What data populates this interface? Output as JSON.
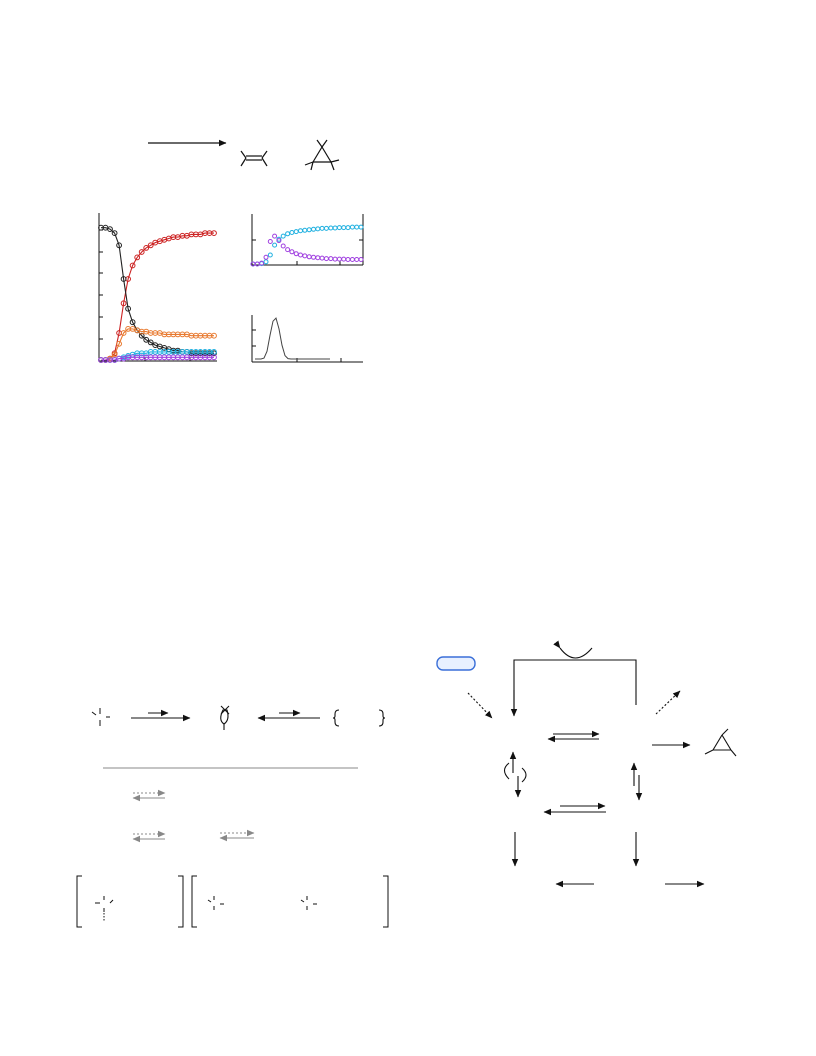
{
  "colors": {
    "ink": "#111111",
    "grey": "#888888",
    "red": "#cc2222",
    "black_series": "#222222",
    "orange": "#e87a30",
    "cyan": "#1fb0e0",
    "purple": "#a040e0",
    "blue_box": "#3a6fd8",
    "blue_box_fill": "#e8f0ff"
  },
  "chart_data": [
    {
      "type": "scatter",
      "series": [
        {
          "color": "#cc2222",
          "shape": "sigmoid-rise",
          "x": [
            0,
            1,
            2,
            3,
            4,
            5,
            6,
            7,
            8,
            9,
            10,
            11,
            12,
            13,
            14,
            15,
            16,
            17,
            18,
            19,
            20,
            21,
            22,
            23,
            24,
            25
          ],
          "values": [
            0.0,
            0.0,
            0.01,
            0.05,
            0.2,
            0.42,
            0.6,
            0.7,
            0.76,
            0.8,
            0.83,
            0.85,
            0.87,
            0.88,
            0.89,
            0.9,
            0.91,
            0.91,
            0.92,
            0.92,
            0.93,
            0.93,
            0.93,
            0.94,
            0.94,
            0.94
          ]
        },
        {
          "color": "#222222",
          "shape": "sigmoid-decay",
          "x": [
            0,
            1,
            2,
            3,
            4,
            5,
            6,
            7,
            8,
            9,
            10,
            11,
            12,
            13,
            14,
            15,
            16,
            17,
            18,
            19,
            20,
            21,
            22,
            23,
            24,
            25
          ],
          "values": [
            0.98,
            0.98,
            0.97,
            0.94,
            0.85,
            0.6,
            0.38,
            0.28,
            0.22,
            0.18,
            0.15,
            0.13,
            0.11,
            0.1,
            0.09,
            0.08,
            0.07,
            0.07,
            0.06,
            0.06,
            0.05,
            0.05,
            0.05,
            0.05,
            0.05,
            0.05
          ]
        },
        {
          "color": "#e87a30",
          "shape": "rise-plateau",
          "x": [
            0,
            1,
            2,
            3,
            4,
            5,
            6,
            7,
            8,
            9,
            10,
            11,
            12,
            13,
            14,
            15,
            16,
            17,
            18,
            19,
            20,
            21,
            22,
            23,
            24,
            25
          ],
          "values": [
            0.0,
            0.0,
            0.01,
            0.04,
            0.12,
            0.2,
            0.23,
            0.23,
            0.22,
            0.21,
            0.21,
            0.2,
            0.2,
            0.2,
            0.19,
            0.19,
            0.19,
            0.19,
            0.19,
            0.19,
            0.18,
            0.18,
            0.18,
            0.18,
            0.18,
            0.18
          ]
        },
        {
          "color": "#1fb0e0",
          "shape": "slow-rise",
          "x": [
            0,
            1,
            2,
            3,
            4,
            5,
            6,
            7,
            8,
            9,
            10,
            11,
            12,
            13,
            14,
            15,
            16,
            17,
            18,
            19,
            20,
            21,
            22,
            23,
            24,
            25
          ],
          "values": [
            0.0,
            0.0,
            0.0,
            0.0,
            0.01,
            0.02,
            0.03,
            0.04,
            0.05,
            0.05,
            0.05,
            0.06,
            0.06,
            0.06,
            0.06,
            0.06,
            0.06,
            0.06,
            0.06,
            0.06,
            0.06,
            0.06,
            0.06,
            0.06,
            0.06,
            0.06
          ]
        },
        {
          "color": "#a040e0",
          "shape": "low-flat",
          "x": [
            0,
            1,
            2,
            3,
            4,
            5,
            6,
            7,
            8,
            9,
            10,
            11,
            12,
            13,
            14,
            15,
            16,
            17,
            18,
            19,
            20,
            21,
            22,
            23,
            24,
            25
          ],
          "values": [
            0.0,
            0.0,
            0.0,
            0.0,
            0.01,
            0.01,
            0.02,
            0.02,
            0.02,
            0.02,
            0.02,
            0.02,
            0.02,
            0.02,
            0.02,
            0.02,
            0.02,
            0.02,
            0.02,
            0.02,
            0.02,
            0.02,
            0.02,
            0.02,
            0.02,
            0.02
          ]
        }
      ],
      "xlim": [
        0,
        25
      ],
      "ylim": [
        0,
        1
      ]
    },
    {
      "type": "scatter",
      "series": [
        {
          "color": "#1fb0e0",
          "shape": "sigmoid-rise",
          "x": [
            0,
            1,
            2,
            3,
            4,
            5,
            6,
            7,
            8,
            9,
            10,
            11,
            12,
            13,
            14,
            15,
            16,
            17,
            18,
            19,
            20,
            21,
            22,
            23,
            24,
            25
          ],
          "values": [
            0.0,
            0.0,
            0.01,
            0.05,
            0.2,
            0.42,
            0.55,
            0.62,
            0.67,
            0.7,
            0.72,
            0.74,
            0.75,
            0.76,
            0.77,
            0.78,
            0.79,
            0.79,
            0.8,
            0.8,
            0.81,
            0.81,
            0.81,
            0.82,
            0.82,
            0.82
          ]
        },
        {
          "color": "#a040e0",
          "shape": "spike-decay",
          "x": [
            0,
            1,
            2,
            3,
            4,
            5,
            6,
            7,
            8,
            9,
            10,
            11,
            12,
            13,
            14,
            15,
            16,
            17,
            18,
            19,
            20,
            21,
            22,
            23,
            24,
            25
          ],
          "values": [
            0.0,
            0.0,
            0.02,
            0.15,
            0.5,
            0.62,
            0.52,
            0.4,
            0.32,
            0.27,
            0.23,
            0.2,
            0.18,
            0.16,
            0.15,
            0.14,
            0.13,
            0.12,
            0.12,
            0.11,
            0.11,
            0.11,
            0.1,
            0.1,
            0.1,
            0.1
          ]
        }
      ],
      "xlim": [
        0,
        25
      ],
      "ylim": [
        0,
        1
      ]
    },
    {
      "type": "line",
      "series": [
        {
          "color": "#444444",
          "x": [
            0,
            1,
            2,
            3,
            4,
            5,
            6,
            7,
            8,
            9,
            10,
            11,
            12,
            13,
            14,
            15,
            16,
            17,
            18,
            19,
            20,
            21,
            22,
            23,
            24,
            25
          ],
          "values": [
            0.0,
            0.0,
            0.0,
            0.02,
            0.18,
            0.55,
            0.88,
            0.95,
            0.7,
            0.32,
            0.08,
            0.01,
            0.0,
            0.0,
            0.0,
            0.0,
            0.0,
            0.0,
            0.0,
            0.0,
            0.0,
            0.0,
            0.0,
            0.0,
            0.0,
            0.0
          ]
        }
      ],
      "xlim": [
        0,
        25
      ],
      "ylim": [
        0,
        1
      ]
    }
  ]
}
